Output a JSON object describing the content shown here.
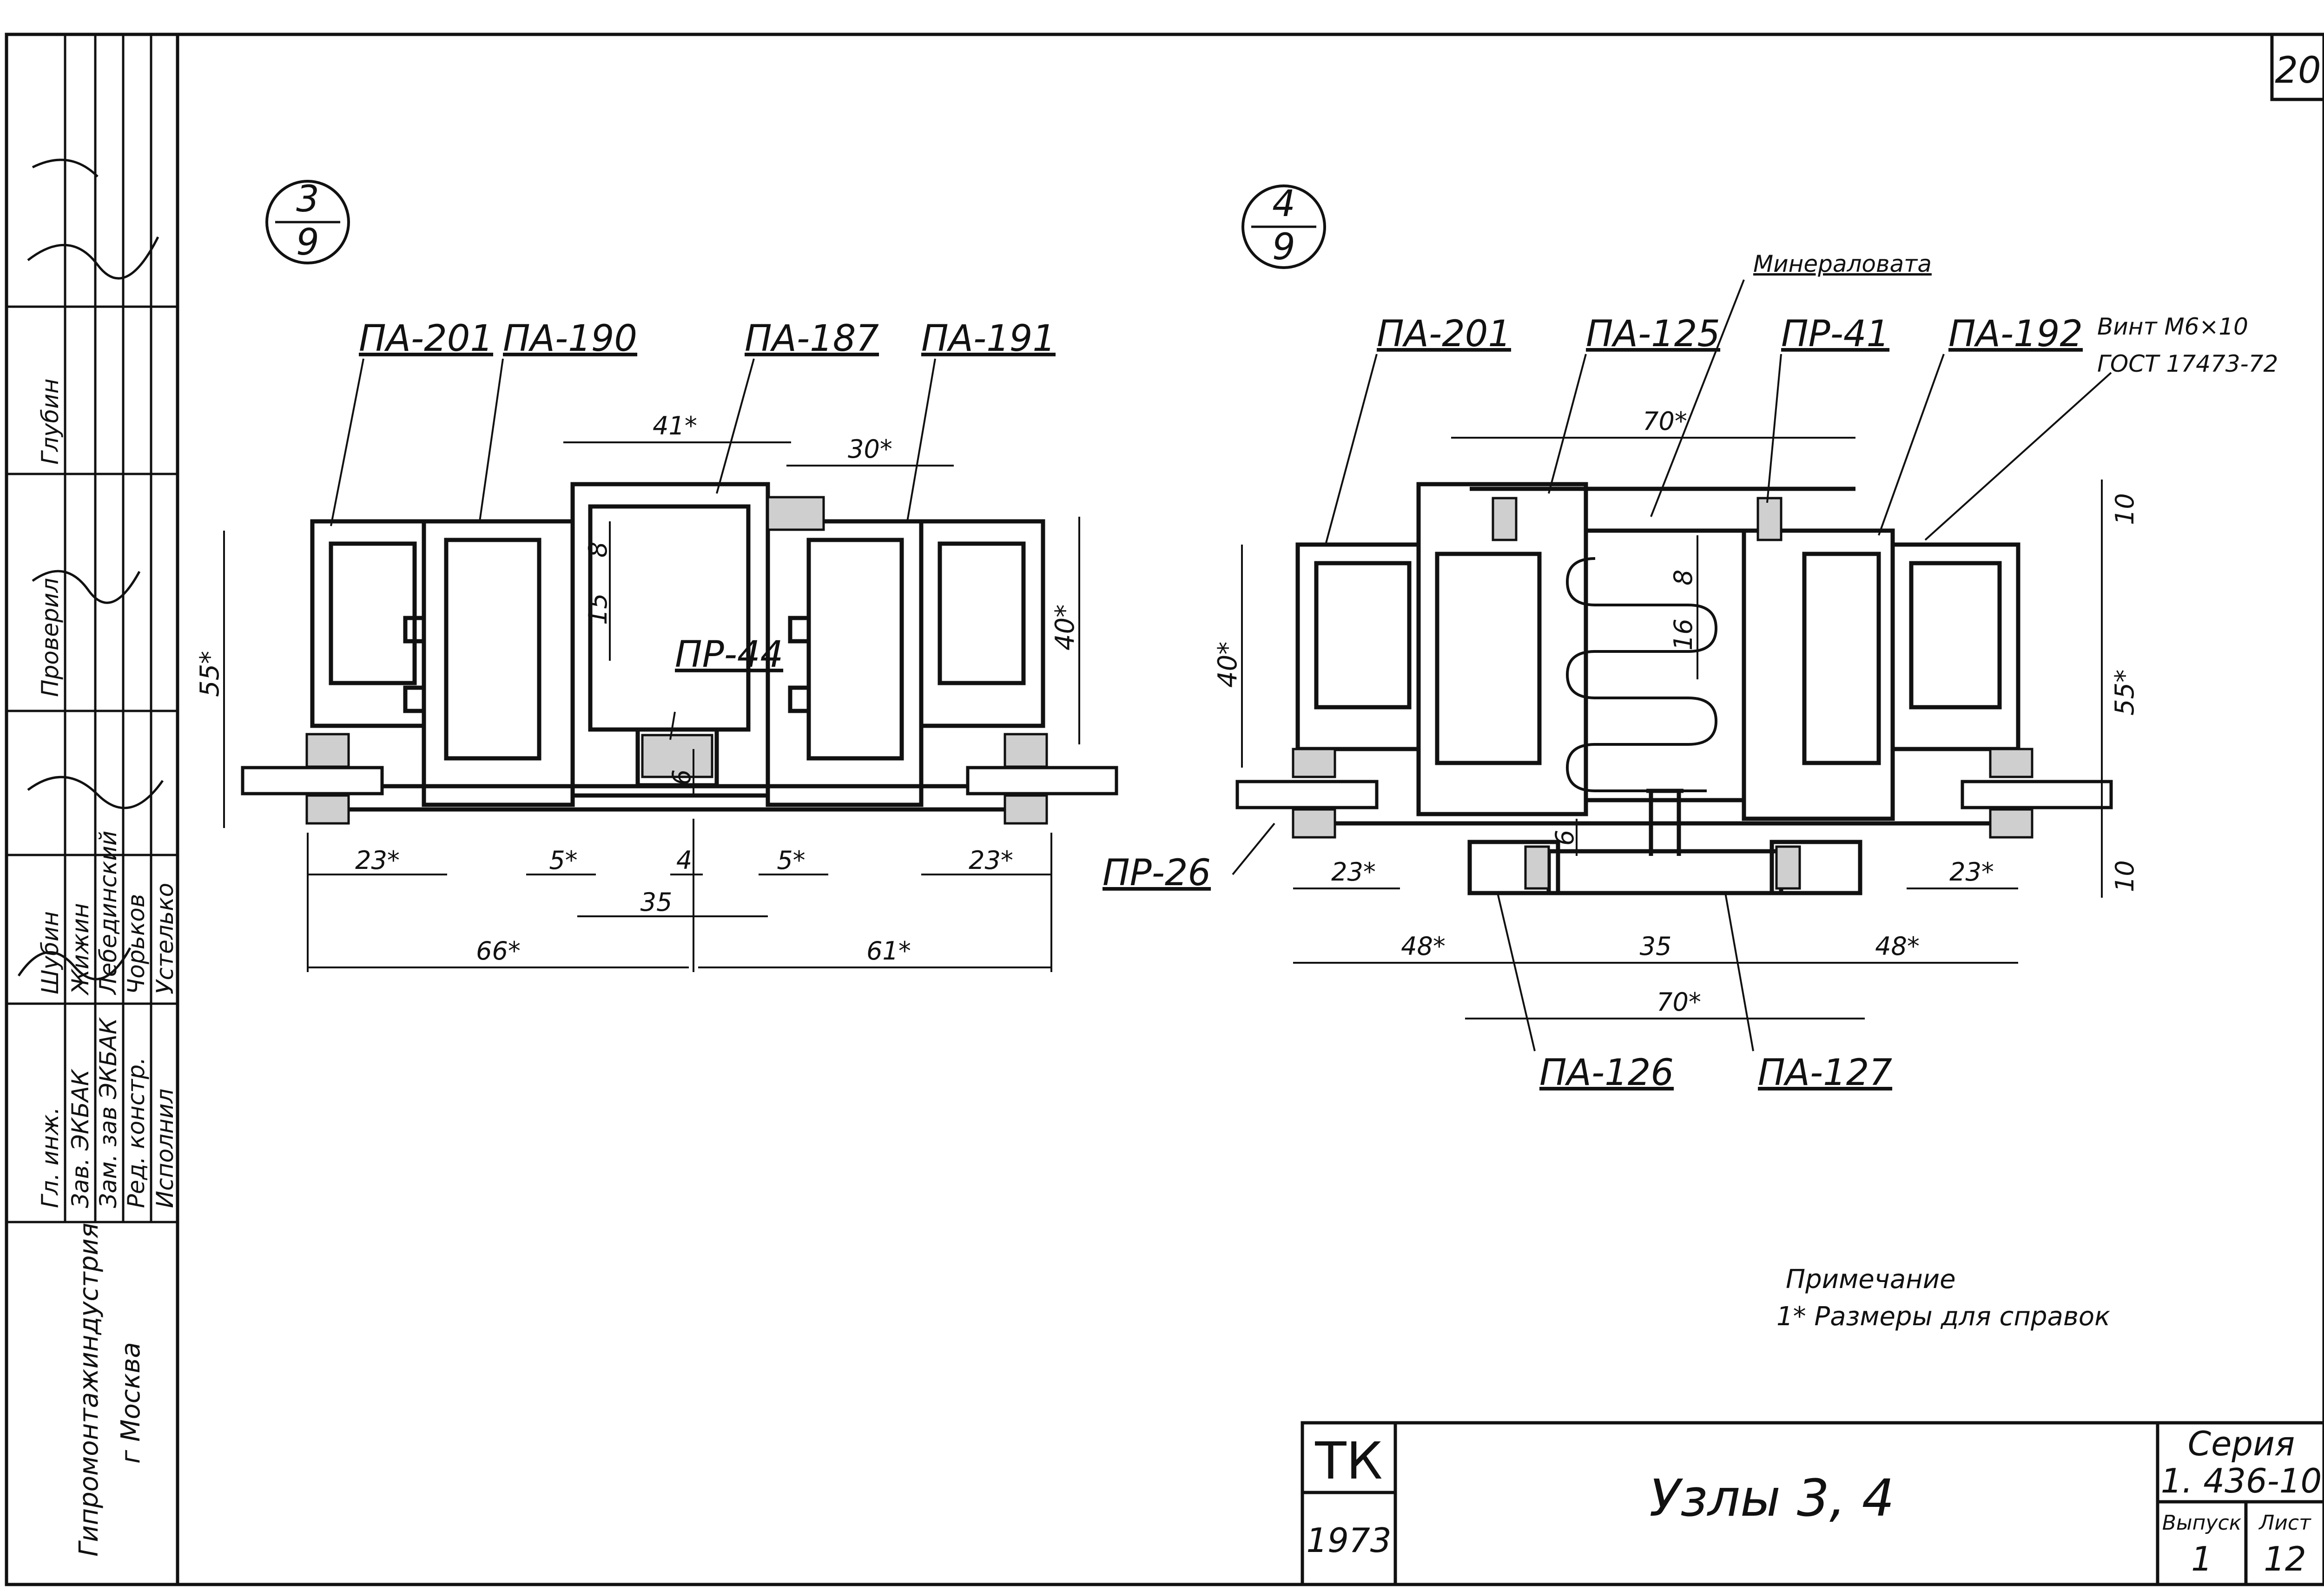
{
  "sheet_number": "20",
  "node_a": {
    "mark_top": "3",
    "mark_bottom": "9",
    "labels": {
      "pa201": "ПА-201",
      "pa190": "ПА-190",
      "pa187": "ПА-187",
      "pa191": "ПА-191",
      "pr44": "ПР-44"
    },
    "dims": {
      "d41": "41*",
      "d30": "30*",
      "d8": "8",
      "d15": "15",
      "d55": "55*",
      "d40": "40*",
      "d6": "6",
      "d23l": "23*",
      "d5l": "5*",
      "d4": "4",
      "d5r": "5*",
      "d23r": "23*",
      "d35": "35",
      "d66": "66*",
      "d61": "61*"
    }
  },
  "node_b": {
    "mark_top": "4",
    "mark_bottom": "9",
    "labels": {
      "mineral": "Минераловата",
      "pa201": "ПА-201",
      "pa125": "ПА-125",
      "pr41": "ПР-41",
      "pa192": "ПА-192",
      "screw1": "Винт М6×10",
      "screw2": "ГОСТ 17473-72",
      "pr26": "ПР-26",
      "pa126": "ПА-126",
      "pa127": "ПА-127"
    },
    "dims": {
      "d70t": "70*",
      "d10t": "10",
      "d40": "40*",
      "d8": "8",
      "d16": "16",
      "d55": "55*",
      "d6": "6",
      "d10b": "10",
      "d23l": "23*",
      "d23r": "23*",
      "d48l": "48*",
      "d35": "35",
      "d48r": "48*",
      "d70b": "70*"
    }
  },
  "note": {
    "title": "Примечание",
    "text": "1* Размеры для справок"
  },
  "title_block": {
    "tk": "ТК",
    "year": "1973",
    "title": "Узлы   3, 4",
    "series_label": "Серия",
    "series": "1. 436-10",
    "issue_label": "Выпуск",
    "issue": "1",
    "sheet_label": "Лист",
    "sheet": "12"
  },
  "side_block": {
    "org": "Гипромонтажиндустрия",
    "city": "г Москва",
    "roles": [
      "Гл. инж.",
      "Зав. ЭКБАК",
      "Зам. зав ЭКБАК",
      "Ред. констр.",
      "Исполнил"
    ],
    "names": [
      "Шубин",
      "Жижин",
      "Лебединский",
      "Чорьков",
      "Устелько"
    ],
    "checked_label": "Проверил",
    "checked_name": "Глубин"
  }
}
